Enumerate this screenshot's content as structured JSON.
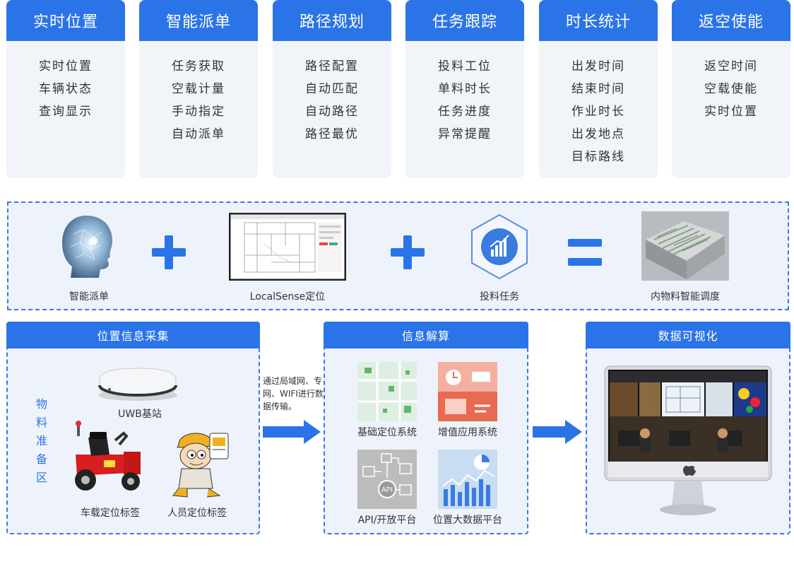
{
  "features": [
    {
      "title": "实时位置",
      "items": [
        "实时位置",
        "车辆状态",
        "查询显示"
      ]
    },
    {
      "title": "智能派单",
      "items": [
        "任务获取",
        "空载计量",
        "手动指定",
        "自动派单"
      ]
    },
    {
      "title": "路径规划",
      "items": [
        "路径配置",
        "自动匹配",
        "自动路径",
        "路径最优"
      ]
    },
    {
      "title": "任务跟踪",
      "items": [
        "投料工位",
        "单料时长",
        "任务进度",
        "异常提醒"
      ]
    },
    {
      "title": "时长统计",
      "items": [
        "出发时间",
        "结束时间",
        "作业时长",
        "出发地点",
        "目标路线"
      ]
    },
    {
      "title": "返空使能",
      "items": [
        "返空时间",
        "空载使能",
        "实时位置"
      ]
    }
  ],
  "equation": {
    "smart_dispatch": "智能派单",
    "localsense": "LocalSense定位",
    "feeding_task": "投料任务",
    "result": "内物料智能调度"
  },
  "collect": {
    "title": "位置信息采集",
    "area": [
      "物",
      "料",
      "准",
      "备",
      "区"
    ],
    "uwb": "UWB基站",
    "vehicle_tag": "车载定位标签",
    "person_tag": "人员定位标签"
  },
  "transfer_note": "通过局域网、专网、WIFI进行数据传输。",
  "decode": {
    "title": "信息解算",
    "basic": "基础定位系统",
    "value": "增值应用系统",
    "api": "API/开放平台",
    "bigdata": "位置大数据平台"
  },
  "visual": {
    "title": "数据可视化"
  },
  "colors": {
    "accent": "#2b74e8",
    "panel_bg": "#eef3fb"
  }
}
